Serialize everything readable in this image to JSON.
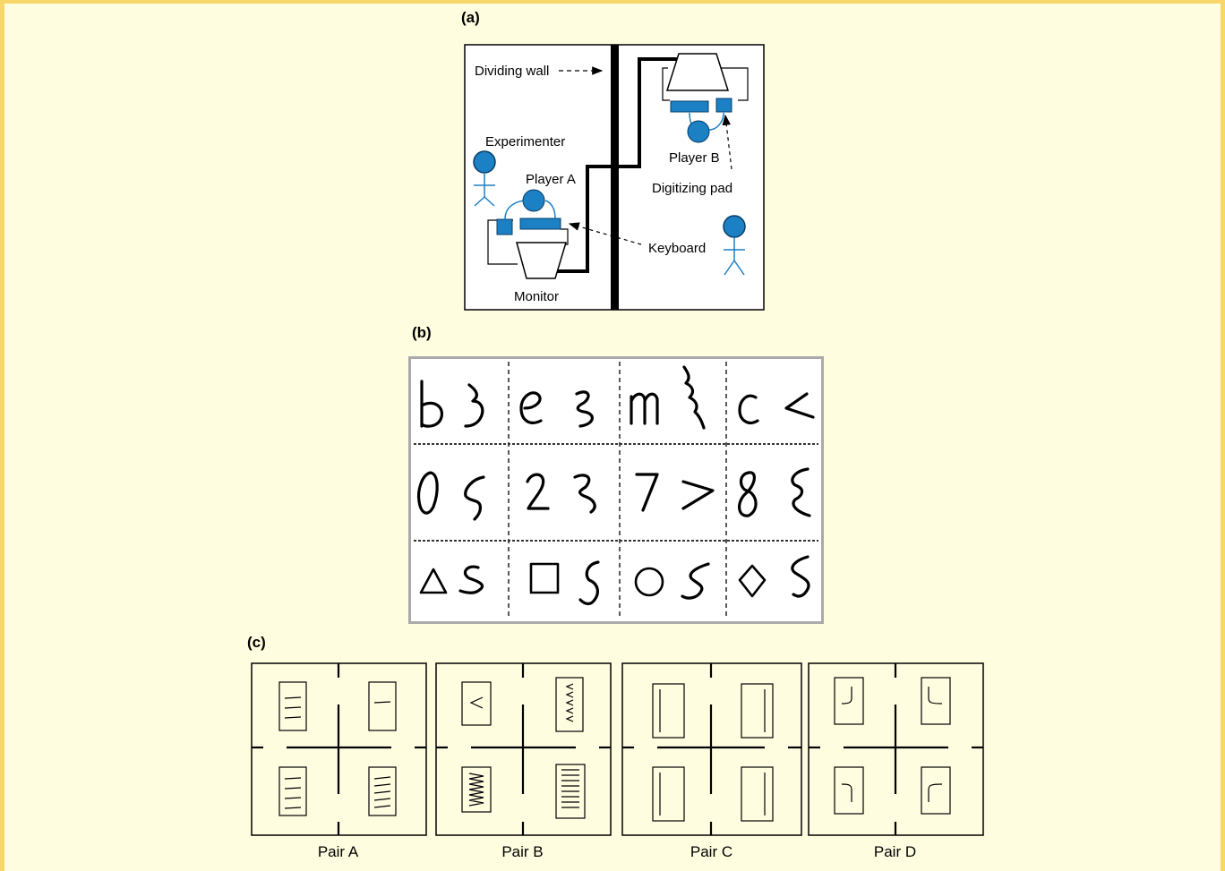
{
  "panels": {
    "a": {
      "label": "(a)",
      "labels": {
        "dividing_wall": "Dividing wall",
        "experimenter": "Experimenter",
        "player_a": "Player A",
        "player_b": "Player B",
        "digitizing_pad": "Digitizing pad",
        "keyboard": "Keyboard",
        "monitor": "Monitor"
      },
      "colors": {
        "figure": "#1b80c4",
        "figure_outline": "#0a3f6a",
        "stroke": "#000000"
      }
    },
    "b": {
      "label": "(b)"
    },
    "c": {
      "label": "(c)",
      "pairs": [
        "Pair A",
        "Pair B",
        "Pair C",
        "Pair D"
      ]
    }
  },
  "colors": {
    "background": "#fffde0",
    "border": "#f8d66a"
  }
}
